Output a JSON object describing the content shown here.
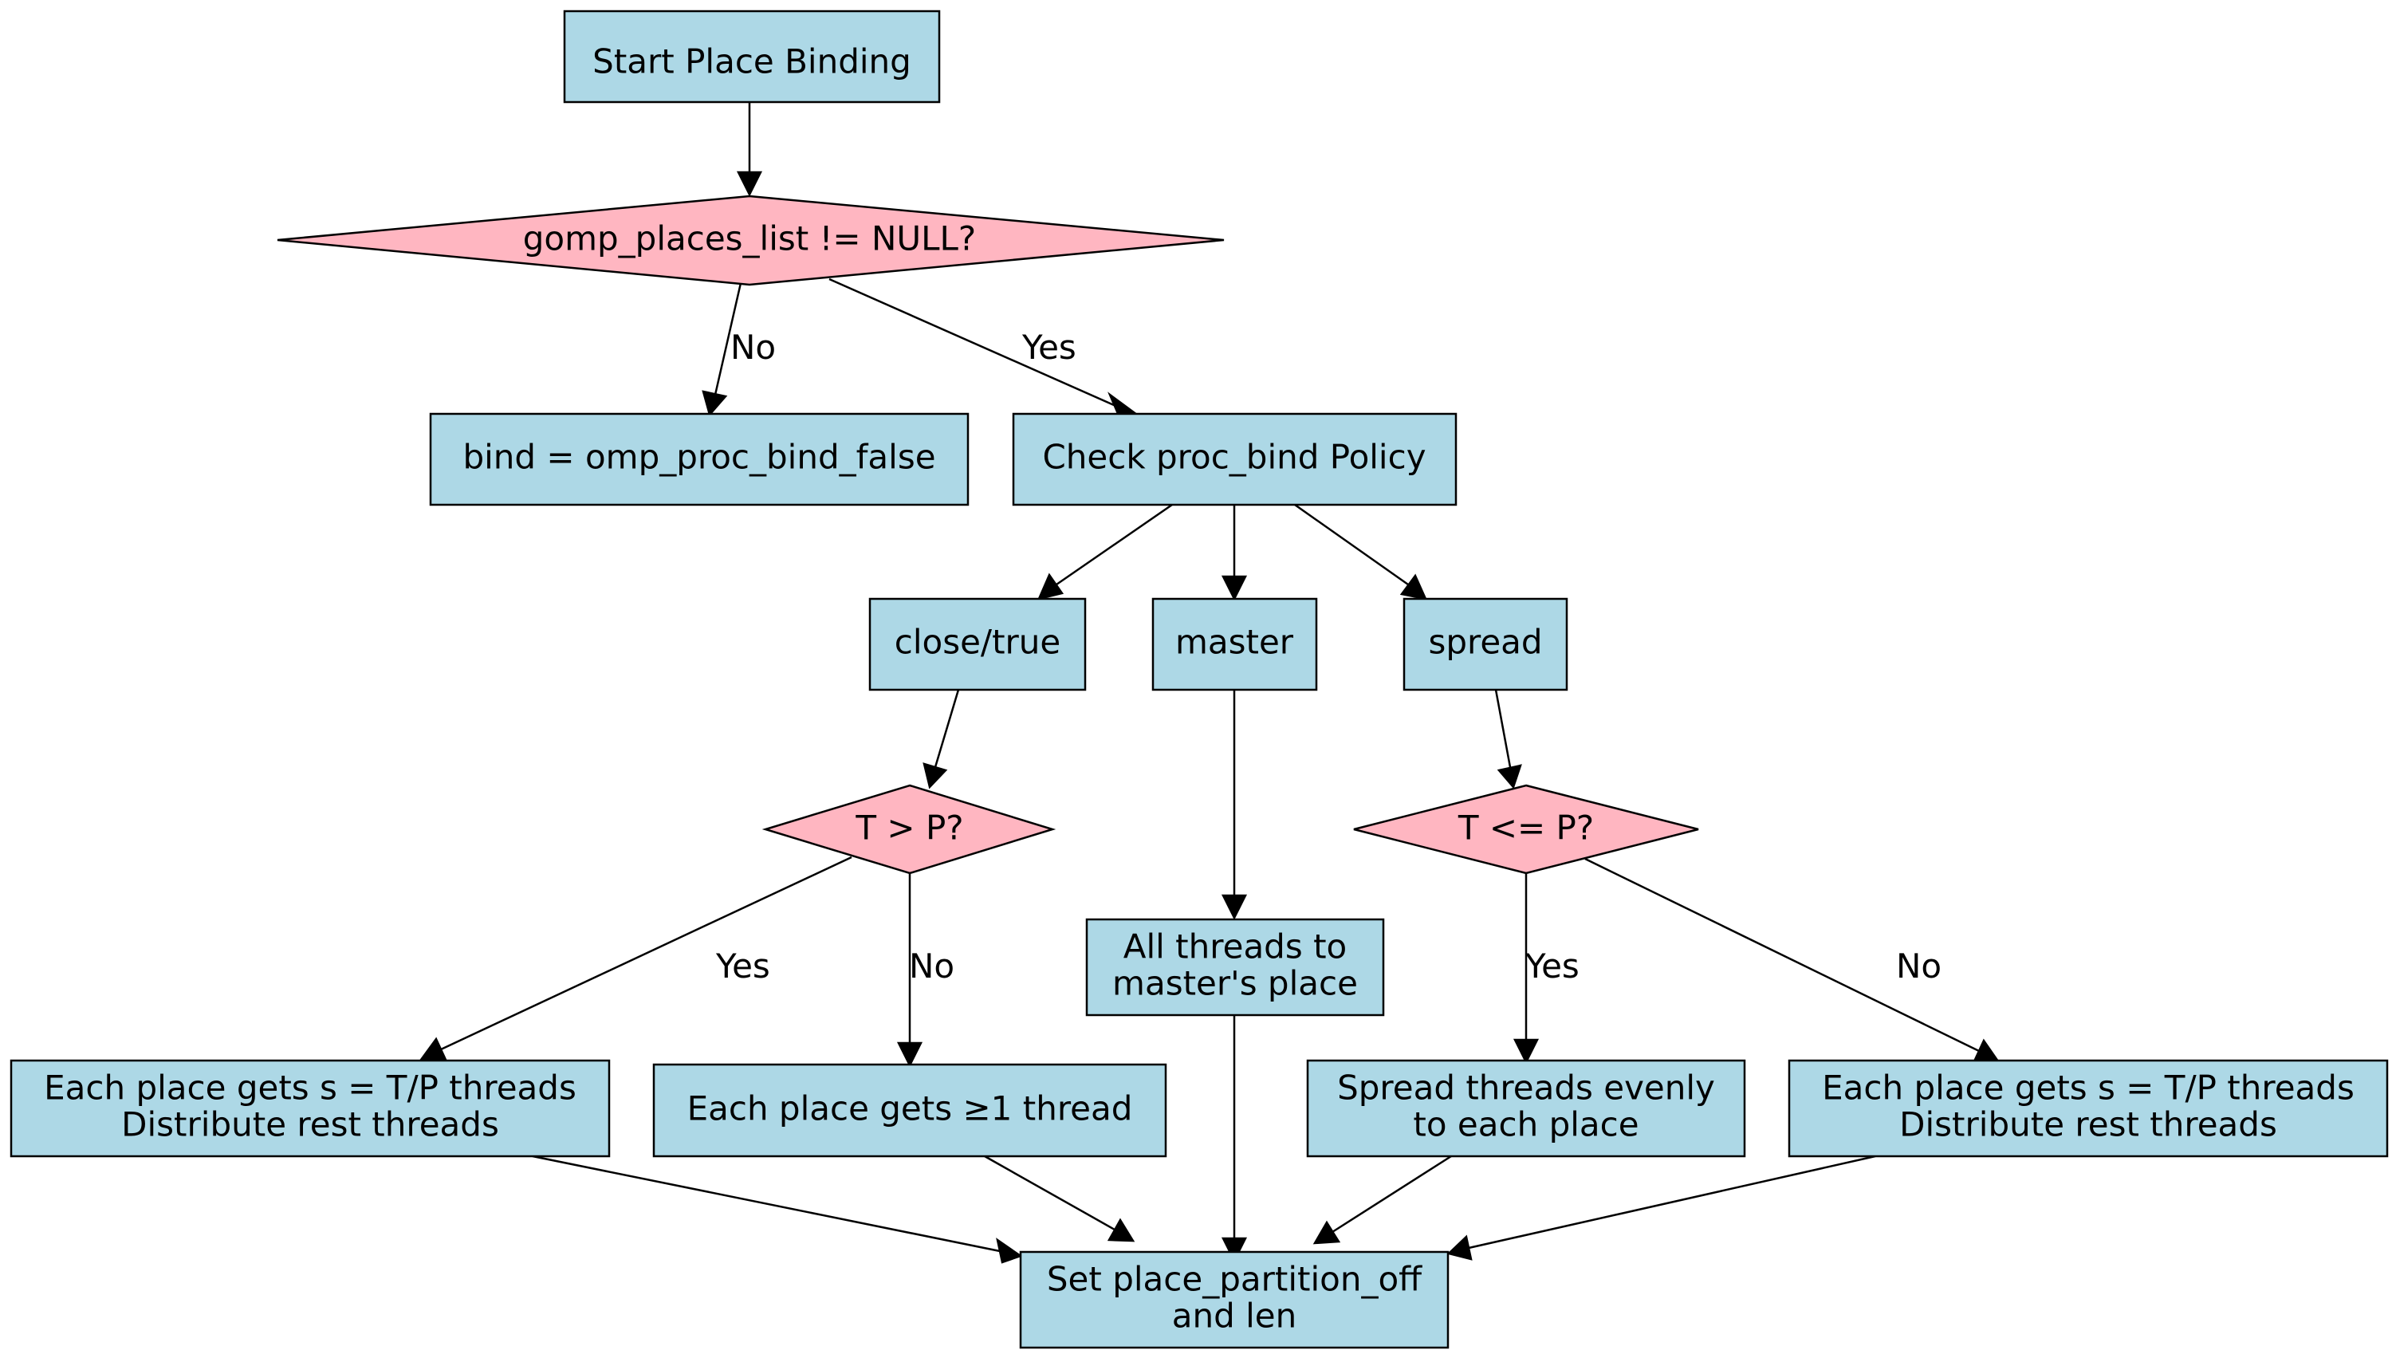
{
  "nodes": {
    "start": "Start Place Binding",
    "places_check": "gomp_places_list != NULL?",
    "bind_false": "bind = omp_proc_bind_false",
    "check_policy": "Check proc_bind Policy",
    "close": "close/true",
    "master": "master",
    "spread": "spread",
    "t_gt_p": "T > P?",
    "t_le_p": "T <= P?",
    "all_master": [
      "All threads to",
      "master's place"
    ],
    "close_yes": [
      "Each place gets s = T/P threads",
      "Distribute rest threads"
    ],
    "close_no": "Each place gets ≥1 thread",
    "spread_yes": [
      "Spread threads evenly",
      "to each place"
    ],
    "spread_no": [
      "Each place gets s = T/P threads",
      "Distribute rest threads"
    ],
    "partition": [
      "Set place_partition_off",
      "and len"
    ]
  },
  "edge_labels": {
    "places_no": "No",
    "places_yes": "Yes",
    "tgt_yes": "Yes",
    "tgt_no": "No",
    "tle_yes": "Yes",
    "tle_no": "No"
  },
  "colors": {
    "process_fill": "#add8e6",
    "decision_fill": "#ffb6c1",
    "stroke": "#000000"
  }
}
